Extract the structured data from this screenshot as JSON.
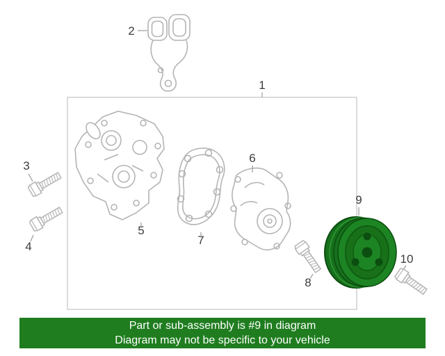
{
  "labels": {
    "part1": "1",
    "part2": "2",
    "part3": "3",
    "part4": "4",
    "part5": "5",
    "part6": "6",
    "part7": "7",
    "part8": "8",
    "part9": "9",
    "part10": "10"
  },
  "highlighted_part": "9",
  "banner": {
    "line1": "Part or sub-assembly is #9 in diagram",
    "line2": "Diagram may not be specific to your vehicle"
  },
  "colors": {
    "line_art_gray": "#b4b4b4",
    "box_border_gray": "#cfcfcf",
    "label_text": "#3c3c3c",
    "highlight_green_dark": "#0b4e10",
    "highlight_green_mid": "#17701c",
    "highlight_green_light": "#1d8423",
    "banner_background": "#1f7d1f",
    "banner_text": "#ffffff"
  }
}
